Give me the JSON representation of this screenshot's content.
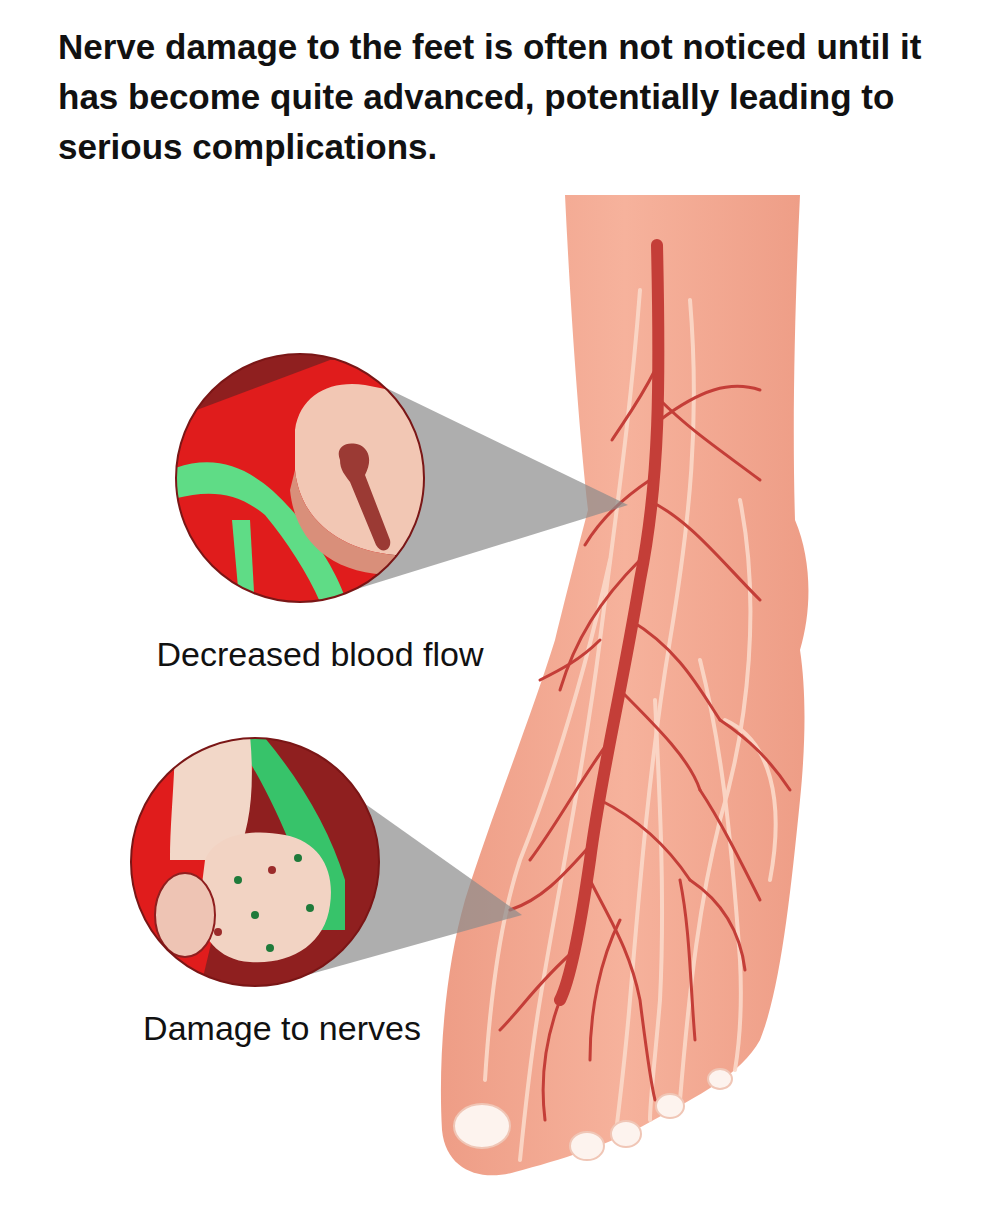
{
  "diagram": {
    "title": "Nerve damage to the feet is often not noticed until it has become quite advanced, potentially leading to serious complications.",
    "labels": [
      "Decreased blood flow",
      "Damage to nerves"
    ]
  }
}
